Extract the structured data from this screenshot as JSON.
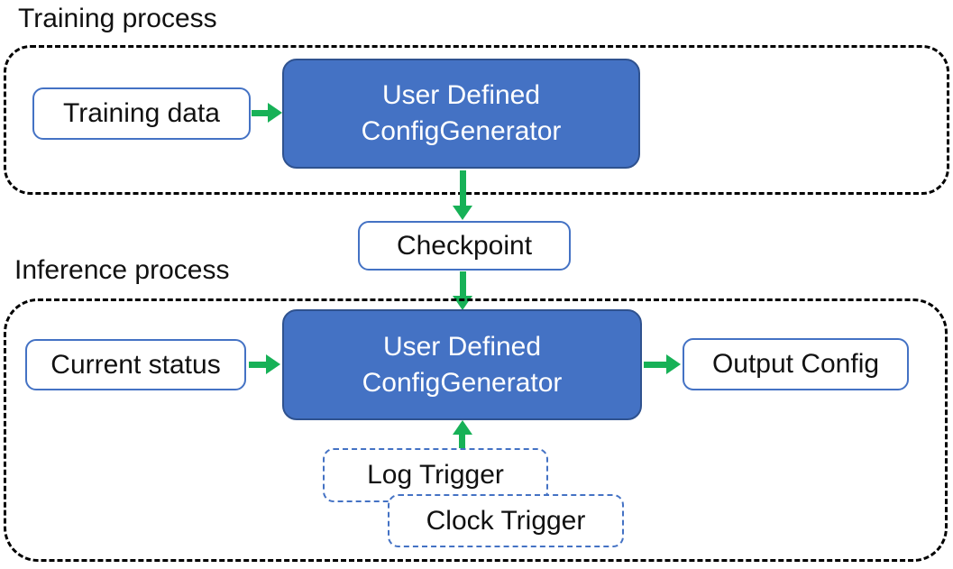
{
  "colors": {
    "node_fill": "#4472c4",
    "node_border": "#2f528f",
    "outline_blue": "#4472c4",
    "arrow_green": "#17b157",
    "container_dash": "#000000",
    "text_dark": "#111111",
    "text_light": "#ffffff"
  },
  "training": {
    "section_label": "Training process",
    "input_label": "Training data",
    "generator_line1": "User Defined",
    "generator_line2": "ConfigGenerator"
  },
  "checkpoint": {
    "label": "Checkpoint"
  },
  "inference": {
    "section_label": "Inference process",
    "input_label": "Current status",
    "generator_line1": "User Defined",
    "generator_line2": "ConfigGenerator",
    "output_label": "Output Config",
    "log_trigger_label": "Log Trigger",
    "clock_trigger_label": "Clock Trigger"
  }
}
